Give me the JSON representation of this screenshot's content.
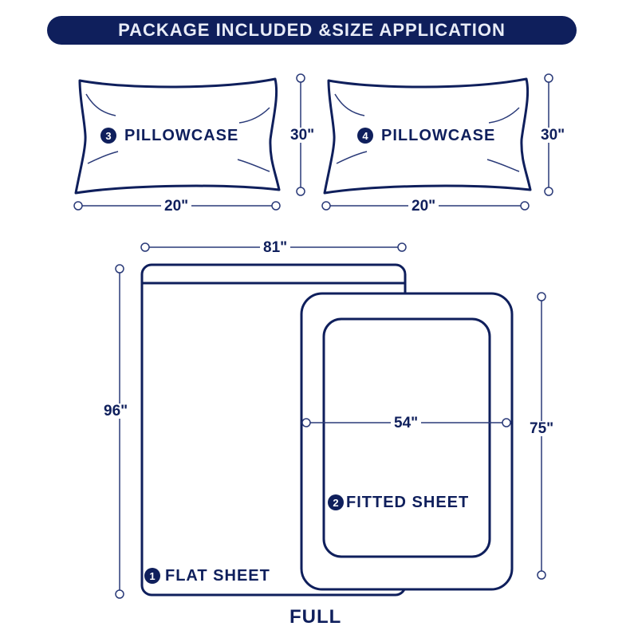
{
  "header": {
    "title": "PACKAGE INCLUDED &SIZE APPLICATION"
  },
  "items": {
    "pillowcase_3": {
      "number": "3",
      "label": "PILLOWCASE",
      "width": "20\"",
      "height": "30\""
    },
    "pillowcase_4": {
      "number": "4",
      "label": "PILLOWCASE",
      "width": "20\"",
      "height": "30\""
    },
    "flat_sheet": {
      "number": "1",
      "label": "FLAT SHEET",
      "width": "81\"",
      "height": "96\""
    },
    "fitted_sheet": {
      "number": "2",
      "label": "FITTED SHEET",
      "width": "54\"",
      "height": "75\""
    }
  },
  "size_label": "FULL",
  "colors": {
    "navy": "#0f1f5c",
    "line": "#2a3a78",
    "background": "#ffffff"
  }
}
